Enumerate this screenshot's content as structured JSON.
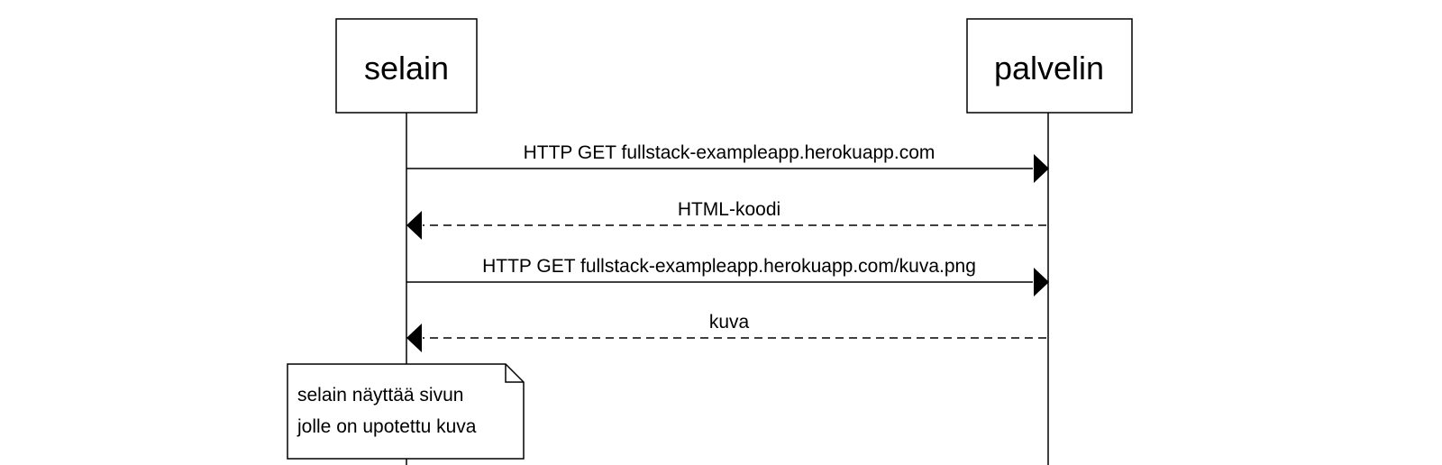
{
  "participants": [
    {
      "id": "browser",
      "label": "selain"
    },
    {
      "id": "server",
      "label": "palvelin"
    }
  ],
  "messages": [
    {
      "from": "browser",
      "to": "server",
      "label": "HTTP GET fullstack-exampleapp.herokuapp.com",
      "style": "solid"
    },
    {
      "from": "server",
      "to": "browser",
      "label": "HTML-koodi",
      "style": "dashed"
    },
    {
      "from": "browser",
      "to": "server",
      "label": "HTTP GET fullstack-exampleapp.herokuapp.com/kuva.png",
      "style": "solid"
    },
    {
      "from": "server",
      "to": "browser",
      "label": "kuva",
      "style": "dashed"
    }
  ],
  "note": {
    "over": "browser",
    "lines": [
      "selain näyttää sivun",
      "jolle on upotettu kuva"
    ]
  },
  "colors": {
    "stroke": "#000000",
    "fill": "#ffffff",
    "text": "#000000"
  }
}
